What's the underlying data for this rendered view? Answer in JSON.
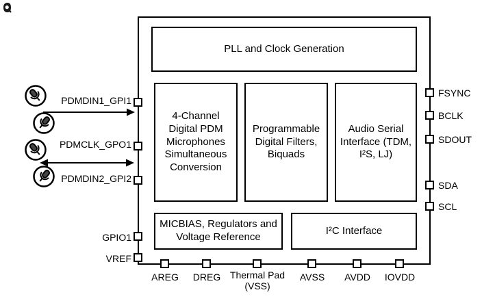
{
  "blocks": {
    "pll": "PLL and Clock Generation",
    "pdm": "4-Channel Digital PDM Microphones Simultaneous Conversion",
    "filters": "Programmable Digital Filters, Biquads",
    "asi": "Audio Serial Interface (TDM, I²S, LJ)",
    "micbias": "MICBIAS, Regulators and Voltage Reference",
    "i2c": "I²C Interface"
  },
  "left_labels": {
    "pdmdin1": "PDMDIN1_GPI1",
    "pdmclk": "PDMCLK_GPO1",
    "pdmdin2": "PDMDIN2_GPI2",
    "gpio1": "GPIO1",
    "vref": "VREF"
  },
  "right_labels": {
    "fsync": "FSYNC",
    "bclk": "BCLK",
    "sdout": "SDOUT",
    "sda": "SDA",
    "scl": "SCL"
  },
  "bottom_labels": {
    "areg": "AREG",
    "dreg": "DREG",
    "thermal": "Thermal Pad (VSS)",
    "avss": "AVSS",
    "avdd": "AVDD",
    "iovdd": "IOVDD"
  }
}
